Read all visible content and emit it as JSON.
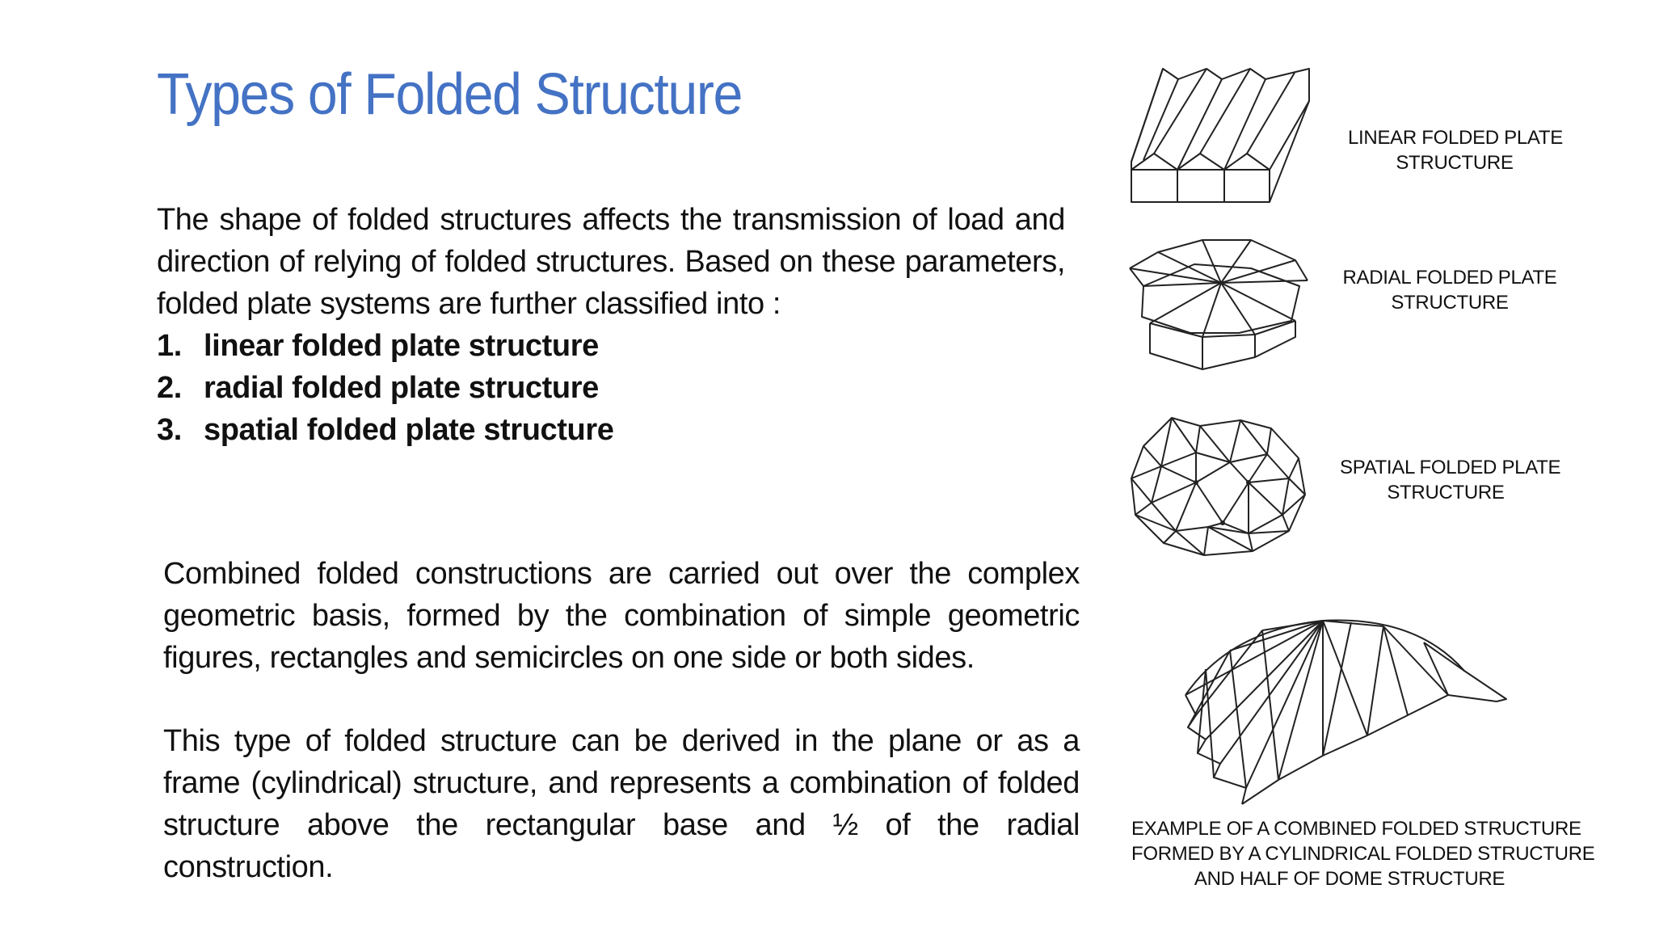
{
  "slide": {
    "title": "Types of Folded Structure",
    "intro": "The shape of folded structures affects the transmission of load and direction of relying of folded structures. Based on these parameters, folded plate systems are further classified into :",
    "list": [
      {
        "num": "1.",
        "text": "linear folded plate structure"
      },
      {
        "num": "2.",
        "text": "radial folded plate structure"
      },
      {
        "num": "3.",
        "text": "spatial folded plate structure"
      }
    ],
    "combined_para": "Combined folded constructions are carried out over the complex geometric basis, formed by the combination of simple geometric figures, rectangles and semicircles on one side or both sides.",
    "frame_para": "This type of folded structure can be derived in the plane or as a frame (cylindrical) structure, and represents a combination of folded structure above the rectangular base and ½ of the radial construction."
  },
  "figures": {
    "linear_caption": [
      "LINEAR FOLDED PLATE",
      "STRUCTURE"
    ],
    "radial_caption": [
      "RADIAL FOLDED PLATE",
      "STRUCTURE"
    ],
    "spatial_caption": [
      "SPATIAL FOLDED PLATE",
      "STRUCTURE"
    ],
    "combined_caption": [
      "EXAMPLE OF A COMBINED FOLDED STRUCTURE",
      "FORMED BY A CYLINDRICAL FOLDED STRUCTURE",
      "AND HALF OF DOME STRUCTURE"
    ]
  },
  "colors": {
    "title": "#4472c4",
    "text": "#111111",
    "background": "#ffffff"
  }
}
